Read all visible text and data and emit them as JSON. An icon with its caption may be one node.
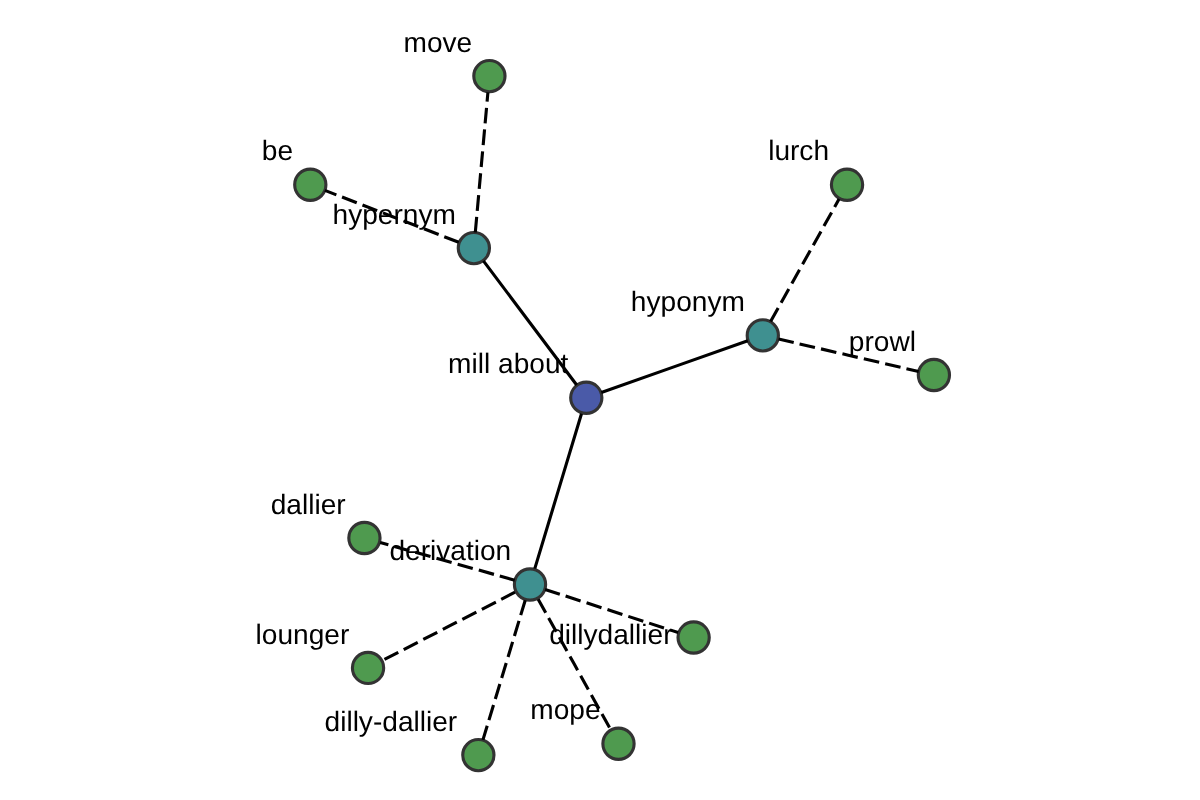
{
  "diagram": {
    "nodes": [
      {
        "text": [
          "mill about"
        ]
      },
      {
        "text": [
          "hyponym"
        ]
      },
      {
        "text": [
          "prowl"
        ]
      },
      {
        "text": [
          "lurch"
        ]
      },
      {
        "text": [
          "derivation"
        ]
      },
      {
        "text": [
          "dallier"
        ]
      },
      {
        "text": [
          "lounger"
        ]
      },
      {
        "text": [
          "dillydallier"
        ]
      },
      {
        "text": [
          "dilly-dallier"
        ]
      },
      {
        "text": [
          "mope"
        ]
      },
      {
        "text": [
          "hypernym"
        ]
      },
      {
        "text": [
          "be"
        ]
      },
      {
        "text": [
          "move"
        ]
      }
    ],
    "edges": [
      {
        "from": 0,
        "to": 1,
        "arrow": "none"
      },
      {
        "from": 1,
        "to": 2,
        "arrow": "none",
        "style": "dashed"
      },
      {
        "from": 1,
        "to": 3,
        "arrow": "none",
        "style": "dashed"
      },
      {
        "from": 0,
        "to": 4,
        "arrow": "none"
      },
      {
        "from": 4,
        "to": 5,
        "arrow": "none",
        "style": "dashed"
      },
      {
        "from": 4,
        "to": 6,
        "arrow": "none",
        "style": "dashed"
      },
      {
        "from": 4,
        "to": 7,
        "arrow": "none",
        "style": "dashed"
      },
      {
        "from": 4,
        "to": 8,
        "arrow": "none",
        "style": "dashed"
      },
      {
        "from": 4,
        "to": 9,
        "arrow": "none",
        "style": "dashed"
      },
      {
        "from": 0,
        "to": 10,
        "arrow": "none"
      },
      {
        "from": 10,
        "to": 11,
        "arrow": "none",
        "style": "dashed"
      },
      {
        "from": 10,
        "to": 12,
        "arrow": "none",
        "style": "dashed"
      }
    ]
  }
}
